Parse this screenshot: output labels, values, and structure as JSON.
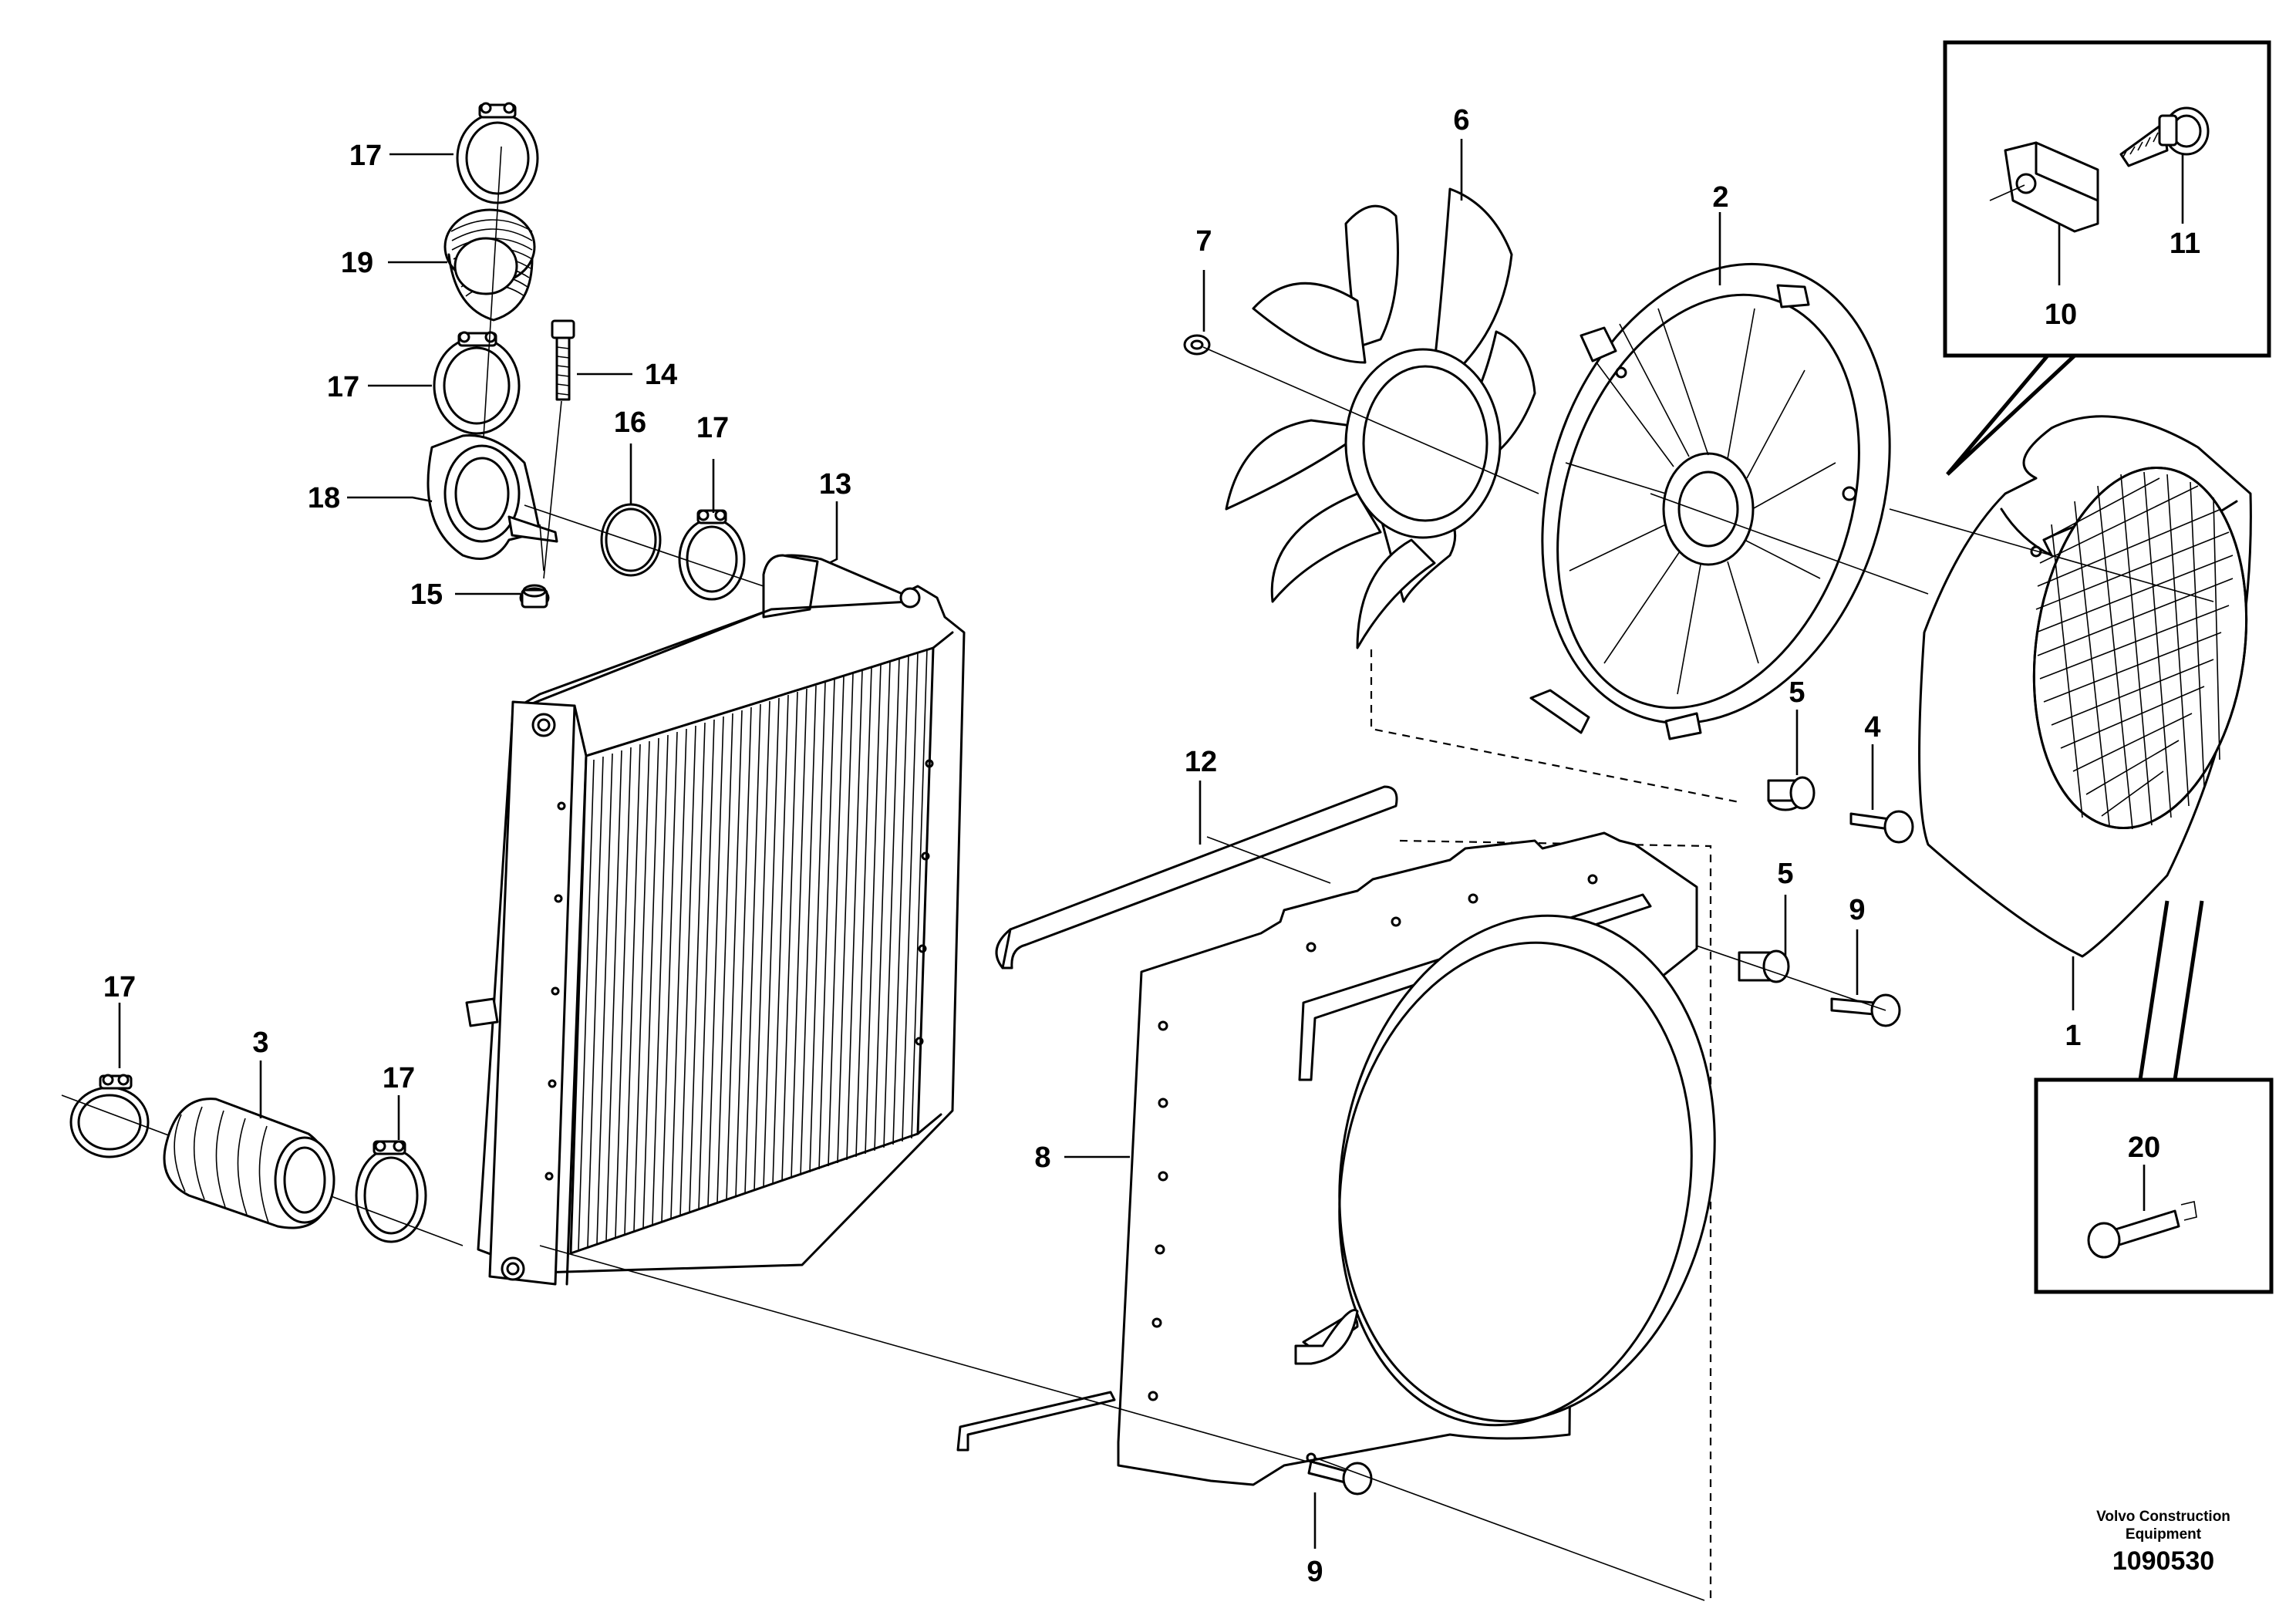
{
  "callouts": [
    {
      "id": "c-17a",
      "label": "17"
    },
    {
      "id": "c-19",
      "label": "19"
    },
    {
      "id": "c-17b",
      "label": "17"
    },
    {
      "id": "c-14",
      "label": "14"
    },
    {
      "id": "c-16",
      "label": "16"
    },
    {
      "id": "c-17c",
      "label": "17"
    },
    {
      "id": "c-18",
      "label": "18"
    },
    {
      "id": "c-15",
      "label": "15"
    },
    {
      "id": "c-13",
      "label": "13"
    },
    {
      "id": "c-6",
      "label": "6"
    },
    {
      "id": "c-7",
      "label": "7"
    },
    {
      "id": "c-2",
      "label": "2"
    },
    {
      "id": "c-11",
      "label": "11"
    },
    {
      "id": "c-10",
      "label": "10"
    },
    {
      "id": "c-5a",
      "label": "5"
    },
    {
      "id": "c-4",
      "label": "4"
    },
    {
      "id": "c-12",
      "label": "12"
    },
    {
      "id": "c-5b",
      "label": "5"
    },
    {
      "id": "c-9a",
      "label": "9"
    },
    {
      "id": "c-1",
      "label": "1"
    },
    {
      "id": "c-17d",
      "label": "17"
    },
    {
      "id": "c-3",
      "label": "3"
    },
    {
      "id": "c-17e",
      "label": "17"
    },
    {
      "id": "c-8",
      "label": "8"
    },
    {
      "id": "c-20",
      "label": "20"
    },
    {
      "id": "c-9b",
      "label": "9"
    }
  ],
  "footer": {
    "maker_line1": "Volvo Construction",
    "maker_line2": "Equipment",
    "drawing_number": "1090530"
  }
}
